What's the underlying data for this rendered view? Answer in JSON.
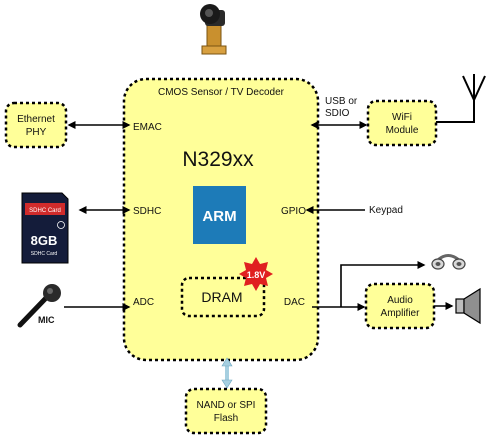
{
  "diagram": {
    "main_block": {
      "title": "CMOS Sensor / TV Decoder",
      "chip": "N329xx",
      "cpu_logo": "ARM"
    },
    "ports": {
      "emac": "EMAC",
      "sdhc": "SDHC",
      "adc": "ADC",
      "gpio": "GPIO",
      "dac": "DAC"
    },
    "dram": {
      "label": "DRAM",
      "voltage_badge": "1.8V"
    },
    "external_blocks": {
      "ethernet": [
        "Ethernet",
        "PHY"
      ],
      "wifi": [
        "WiFi",
        "Module"
      ],
      "audio": [
        "Audio",
        "Amplifier"
      ],
      "flash": [
        "NAND or SPI",
        "Flash"
      ]
    },
    "link_labels": {
      "usb": [
        "USB or",
        "SDIO"
      ],
      "keypad": "Keypad"
    },
    "sd_card": {
      "header": "SDHC Card",
      "capacity": "8GB",
      "small": "SDHC Card"
    },
    "mic_label": "MIC",
    "colors": {
      "block_fill": "#ffff99",
      "arm_blue": "#1d7bb8",
      "badge_red": "#e02020",
      "flash_arrow": "#a6cfe0"
    }
  }
}
